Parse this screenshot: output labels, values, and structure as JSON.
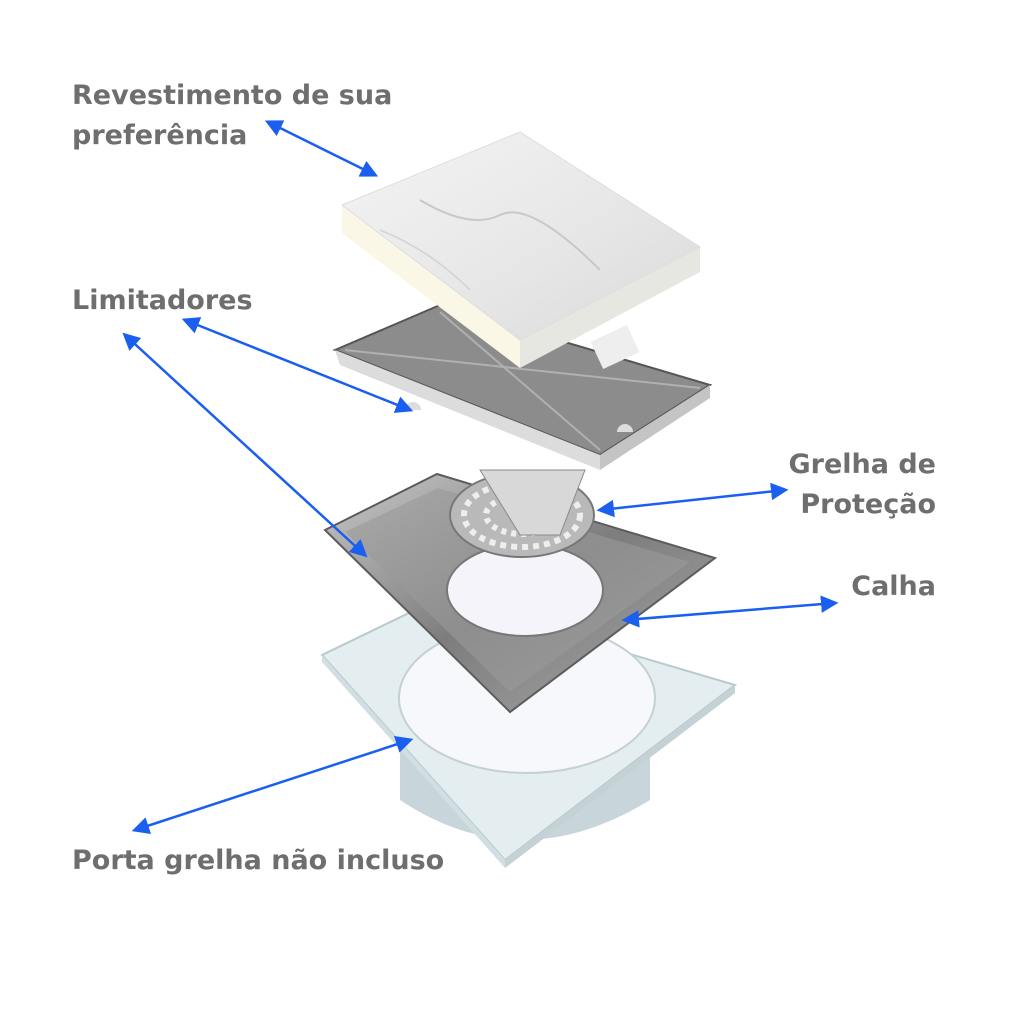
{
  "labels": {
    "revestimento_line1": "Revestimento de sua",
    "revestimento_line2": "preferência",
    "limitadores": "Limitadores",
    "grelha_line1": "Grelha de",
    "grelha_line2": "Proteção",
    "calha": "Calha",
    "porta_grelha": "Porta grelha não incluso"
  },
  "colors": {
    "arrow": "#1a5ff0",
    "label": "#6e6e6e"
  }
}
